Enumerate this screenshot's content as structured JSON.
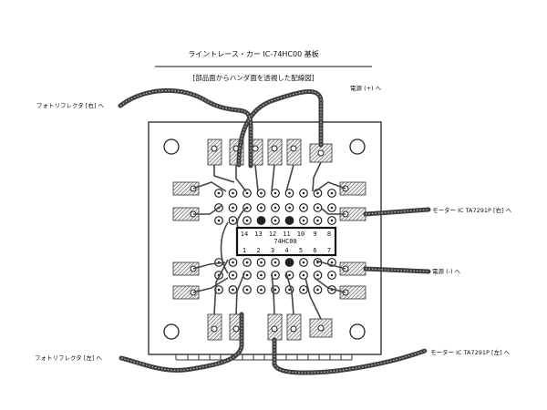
{
  "title": "ライントレース・カー IC-74HC00 基板",
  "subtitle": "[部品面からハンダ面を透視した配線図]",
  "labels": {
    "photo_right": "フォトリフレクタ [右] へ",
    "photo_left": "フォトリフレクタ [左] へ",
    "power_plus": "電源 (+) へ",
    "power_minus": "電源 (-) へ",
    "motor_ic_right": "モーター IC TA7291P [右] へ",
    "motor_ic_left": "モーター IC TA7291P [左] へ"
  },
  "chip": {
    "name": "74HC00",
    "top_pins": [
      "14",
      "13",
      "12",
      "11",
      "10",
      "9",
      "8"
    ],
    "bottom_pins": [
      "1",
      "2",
      "3",
      "4",
      "5",
      "6",
      "7"
    ]
  },
  "colors": {
    "line": "#1a1a1a",
    "wire": "#3c3c3c",
    "pad": "#222222",
    "background": "#ffffff"
  }
}
